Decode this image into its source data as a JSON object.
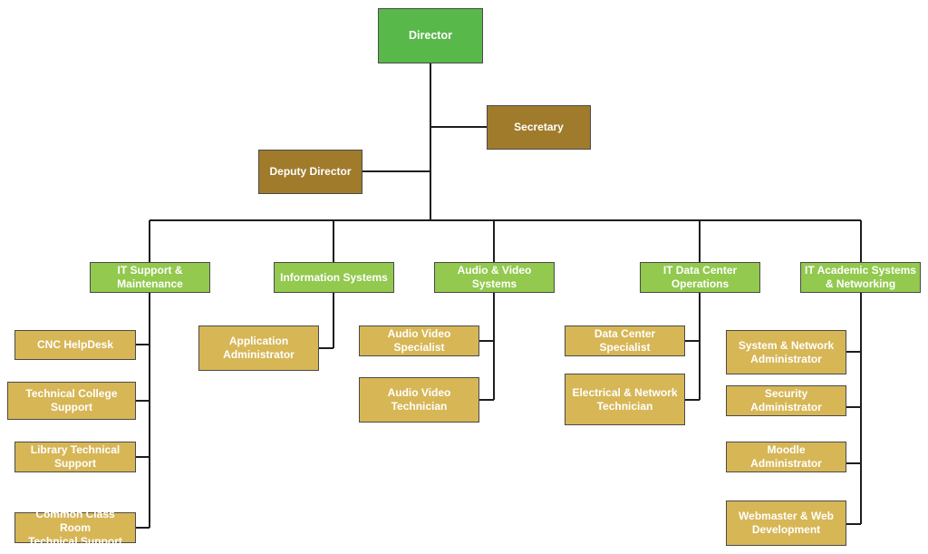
{
  "colors": {
    "director": "#59b84a",
    "office": "#a07b2c",
    "department": "#92c94e",
    "position": "#d7b656",
    "connector": "#1e1e1e"
  },
  "director": "Director",
  "secretary": "Secretary",
  "deputy": "Deputy Director",
  "departments": [
    {
      "name": "IT Support &\nMaintenance",
      "roles": [
        "CNC HelpDesk",
        "Technical College\nSupport",
        "Library Technical\nSupport",
        "Common Class Room\nTechnical Support"
      ]
    },
    {
      "name": "Information Systems",
      "roles": [
        "Application\nAdministrator"
      ]
    },
    {
      "name": "Audio & Video\nSystems",
      "roles": [
        "Audio Video Specialist",
        "Audio Video\nTechnician"
      ]
    },
    {
      "name": "IT Data Center\nOperations",
      "roles": [
        "Data Center Specialist",
        "Electrical & Network\nTechnician"
      ]
    },
    {
      "name": "IT Academic Systems\n& Networking",
      "roles": [
        "System & Network\nAdministrator",
        "Security Administrator",
        "Moodle Administrator",
        "Webmaster & Web\nDevelopment"
      ]
    }
  ]
}
